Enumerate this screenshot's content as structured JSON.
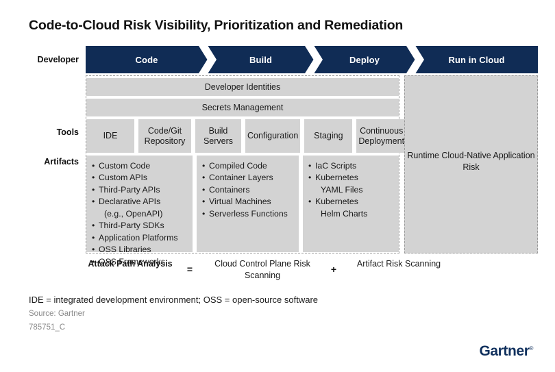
{
  "title": "Code-to-Cloud Risk Visibility, Prioritization and Remediation",
  "colors": {
    "navy": "#102c55",
    "gray_panel": "#d3d3d3",
    "dashed_border": "#9a9a9a",
    "logo_navy": "#10305d",
    "muted_text": "#8a8a8a"
  },
  "row_labels": {
    "developer": "Developer",
    "tools": "Tools",
    "artifacts": "Artifacts"
  },
  "stages": [
    {
      "label": "Code"
    },
    {
      "label": "Build"
    },
    {
      "label": "Deploy"
    },
    {
      "label": "Run in Cloud"
    }
  ],
  "bands": [
    {
      "label": "Developer Identities"
    },
    {
      "label": "Secrets Management"
    }
  ],
  "tools": [
    {
      "label": "IDE"
    },
    {
      "label": "Code/Git\nRepository"
    },
    {
      "label": "Build\nServers"
    },
    {
      "label": "Configuration"
    },
    {
      "label": "Staging"
    },
    {
      "label": "Continuous\nDeployment"
    }
  ],
  "artifacts": [
    {
      "stage": "Code",
      "items": [
        {
          "text": "Custom Code",
          "continuation": false
        },
        {
          "text": "Custom APIs",
          "continuation": false
        },
        {
          "text": "Third-Party APIs",
          "continuation": false
        },
        {
          "text": "Declarative APIs",
          "continuation": false
        },
        {
          "text": "(e.g., OpenAPI)",
          "continuation": true
        },
        {
          "text": "Third-Party SDKs",
          "continuation": false
        },
        {
          "text": "Application Platforms",
          "continuation": false
        },
        {
          "text": "OSS Libraries",
          "continuation": false
        },
        {
          "text": "OSS Frameworks",
          "continuation": false
        }
      ]
    },
    {
      "stage": "Build",
      "items": [
        {
          "text": "Compiled Code",
          "continuation": false
        },
        {
          "text": "Container Layers",
          "continuation": false
        },
        {
          "text": "Containers",
          "continuation": false
        },
        {
          "text": "Virtual Machines",
          "continuation": false
        },
        {
          "text": "Serverless Functions",
          "continuation": false
        }
      ]
    },
    {
      "stage": "Deploy",
      "items": [
        {
          "text": "IaC Scripts",
          "continuation": false
        },
        {
          "text": "Kubernetes",
          "continuation": false
        },
        {
          "text": "YAML Files",
          "continuation": true
        },
        {
          "text": "Kubernetes",
          "continuation": false
        },
        {
          "text": "Helm Charts",
          "continuation": true
        }
      ]
    }
  ],
  "run_in_cloud_panel": {
    "label": "Runtime Cloud-Native\nApplication Risk"
  },
  "equation": {
    "term1": "Attack Path\nAnalysis",
    "operator1": "=",
    "term2": "Cloud Control Plane\nRisk Scanning",
    "operator2": "+",
    "term3": "Artifact Risk\nScanning"
  },
  "footer": {
    "legend": "IDE = integrated development environment; OSS = open-source software",
    "source": "Source: Gartner",
    "doc_id": "785751_C",
    "logo_text": "Gartner",
    "logo_mark": "®"
  }
}
